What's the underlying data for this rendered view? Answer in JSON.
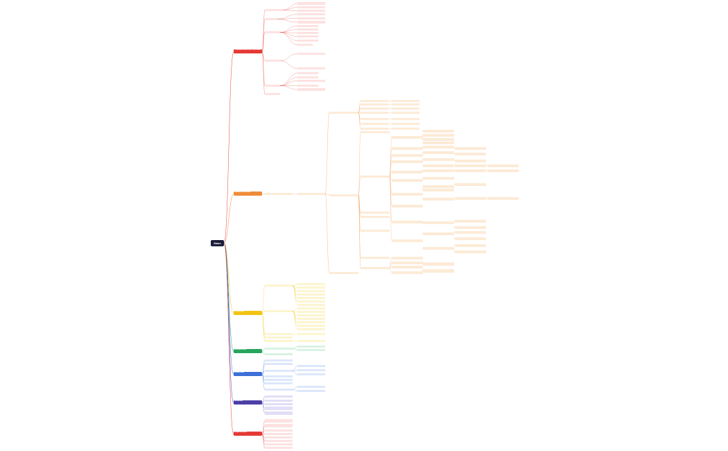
{
  "root": {
    "label": "Maus"
  },
  "categories": [
    {
      "id": "c1",
      "label": "Charakteristika kurz und Natur",
      "color": "#e53935",
      "fill": "#fde2e1"
    },
    {
      "id": "c2",
      "label": "Mensch und Natur",
      "color": "#ef8c3a",
      "fill": "#fdebd7"
    },
    {
      "id": "c3",
      "label": "Ernährung",
      "color": "#f2c414",
      "fill": "#fdf5cf"
    },
    {
      "id": "c4",
      "label": "Nachkommen",
      "color": "#27a55d",
      "fill": "#d8f3e2"
    },
    {
      "id": "c5",
      "label": "Lebenszeit",
      "color": "#3d6fd8",
      "fill": "#dde7fb"
    },
    {
      "id": "c6",
      "label": "Gefahren",
      "color": "#4b3fa6",
      "fill": "#e1def6"
    },
    {
      "id": "c7",
      "label": "Eigenschaften",
      "color": "#e53935",
      "fill": "#fde2e1"
    }
  ]
}
